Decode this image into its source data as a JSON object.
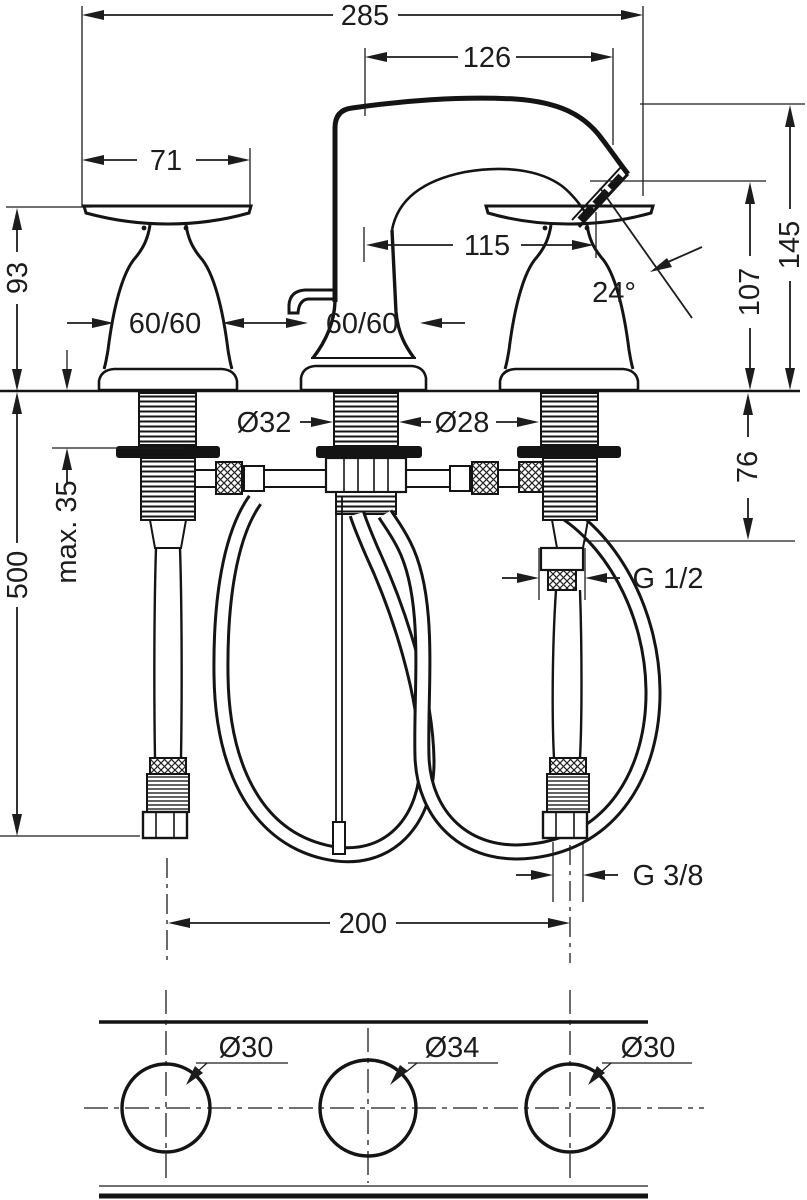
{
  "drawing": {
    "dims": {
      "width_overall": "285",
      "spout_projection": "126",
      "handle_width": "71",
      "aerator_offset": "115",
      "handle_height": "93",
      "spread_left": "60/60",
      "spread_center": "60/60",
      "spout_angle": "24°",
      "height_aerator": "107",
      "height_top": "145",
      "dia_shank_center": "Ø32",
      "dia_shank_side": "Ø28",
      "max_deck_thickness": "max. 35",
      "depth_below_deck": "76",
      "hose_length": "500",
      "thread_supply": "G 1/2",
      "thread_hose": "G 3/8",
      "hole_spacing": "200",
      "hole_dia_left": "Ø30",
      "hole_dia_center": "Ø34",
      "hole_dia_right": "Ø30"
    }
  }
}
